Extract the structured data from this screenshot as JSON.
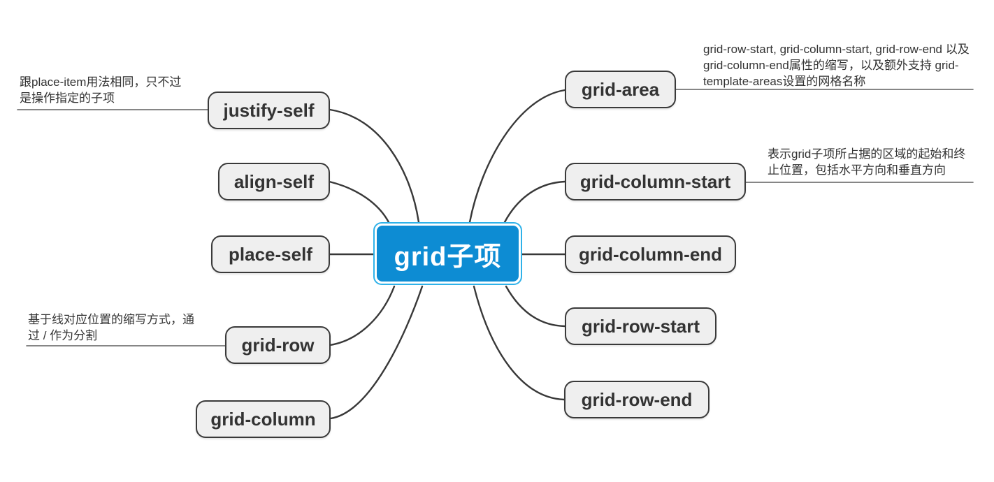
{
  "diagram": {
    "center": "grid子项",
    "left_nodes": [
      "justify-self",
      "align-self",
      "place-self",
      "grid-row",
      "grid-column"
    ],
    "right_nodes": [
      "grid-area",
      "grid-column-start",
      "grid-column-end",
      "grid-row-start",
      "grid-row-end"
    ],
    "annotations": {
      "justify_self_note": "跟place-item用法相同，只不过是操作指定的子项",
      "grid_row_note": "基于线对应位置的缩写方式，通过 / 作为分割",
      "grid_area_note": "grid-row-start, grid-column-start, grid-row-end 以及 grid-column-end属性的缩写，以及额外支持 grid-template-areas设置的网格名称",
      "grid_column_start_note": "表示grid子项所占据的区域的起始和终止位置，包括水平方向和垂直方向"
    },
    "colors": {
      "center_fill": "#0d8cd3",
      "center_ring": "#2fb2e9",
      "node_fill": "#efefef",
      "node_border": "#3a3a3a",
      "connector": "#383838",
      "note_line": "#5f5f5f",
      "text": "#333333"
    }
  }
}
